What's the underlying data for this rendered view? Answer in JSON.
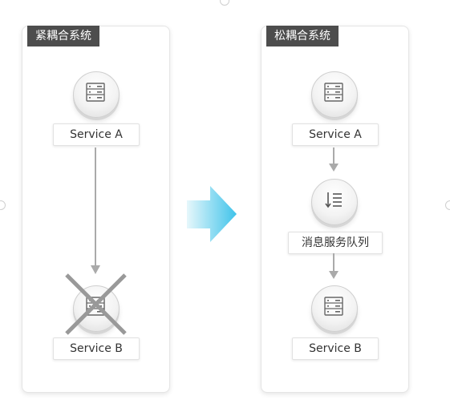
{
  "left_panel": {
    "title": "紧耦合系统",
    "service_a": "Service A",
    "service_b": "Service B"
  },
  "right_panel": {
    "title": "松耦合系统",
    "service_a": "Service A",
    "queue": "消息服务队列",
    "service_b": "Service B"
  },
  "icons": {
    "server": "server-icon",
    "queue": "list-icon",
    "cross": "cross-icon",
    "transition": "arrow-right-icon"
  },
  "colors": {
    "tab_bg": "#4d4d4d",
    "connector": "#aaaaaa",
    "cross": "#999999",
    "arrow_gradient_start": "#e6f7fb",
    "arrow_gradient_end": "#3fc3ea"
  }
}
